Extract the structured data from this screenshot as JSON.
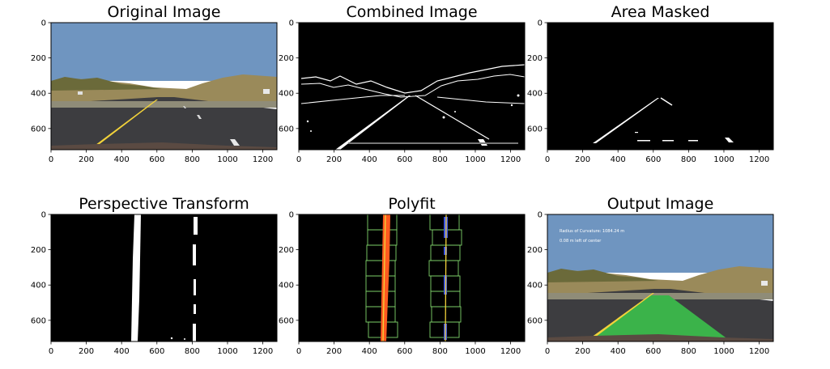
{
  "figure": {
    "panels": [
      {
        "id": "original",
        "title": "Original Image"
      },
      {
        "id": "combined",
        "title": "Combined Image"
      },
      {
        "id": "masked",
        "title": "Area Masked"
      },
      {
        "id": "perspective",
        "title": "Perspective Transform"
      },
      {
        "id": "polyfit",
        "title": "Polyfit"
      },
      {
        "id": "output",
        "title": "Output Image"
      }
    ],
    "output_overlay": {
      "line1": "Radius of Curvature: 1084.24 m",
      "line2": "0.08 m left of center"
    }
  },
  "colors": {
    "sky": "#6f95c0",
    "hills": "#9a8a5a",
    "road": "#3d3d40",
    "yellow_line": "#f2d23a",
    "lane_fill": "#3bb34a",
    "left_fit": "#ff5a1f",
    "right_fit": "#3d55e0",
    "window": "#7fd36a"
  },
  "chart_data": [
    {
      "panel": "Original Image",
      "type": "image",
      "x_ticks": [
        0,
        200,
        400,
        600,
        800,
        1000,
        1200
      ],
      "y_ticks": [
        0,
        200,
        400,
        600
      ],
      "xlim": [
        0,
        1280
      ],
      "ylim": [
        720,
        0
      ]
    },
    {
      "panel": "Combined Image",
      "type": "image",
      "x_ticks": [
        0,
        200,
        400,
        600,
        800,
        1000,
        1200
      ],
      "y_ticks": [
        0,
        200,
        400,
        600
      ],
      "xlim": [
        0,
        1280
      ],
      "ylim": [
        720,
        0
      ]
    },
    {
      "panel": "Area Masked",
      "type": "image",
      "x_ticks": [
        0,
        200,
        400,
        600,
        800,
        1000,
        1200
      ],
      "y_ticks": [
        0,
        200,
        400,
        600
      ],
      "xlim": [
        0,
        1280
      ],
      "ylim": [
        720,
        0
      ]
    },
    {
      "panel": "Perspective Transform",
      "type": "image",
      "x_ticks": [
        0,
        200,
        400,
        600,
        800,
        1000,
        1200
      ],
      "y_ticks": [
        0,
        200,
        400,
        600
      ],
      "xlim": [
        0,
        1280
      ],
      "ylim": [
        720,
        0
      ]
    },
    {
      "panel": "Polyfit",
      "type": "image",
      "x_ticks": [
        0,
        200,
        400,
        600,
        800,
        1000,
        1200
      ],
      "y_ticks": [
        0,
        200,
        400,
        600
      ],
      "xlim": [
        0,
        1280
      ],
      "ylim": [
        720,
        0
      ]
    },
    {
      "panel": "Output Image",
      "type": "image",
      "x_ticks": [
        0,
        200,
        400,
        600,
        800,
        1000,
        1200
      ],
      "y_ticks": [
        0,
        200,
        400,
        600
      ],
      "xlim": [
        0,
        1280
      ],
      "ylim": [
        720,
        0
      ]
    }
  ]
}
